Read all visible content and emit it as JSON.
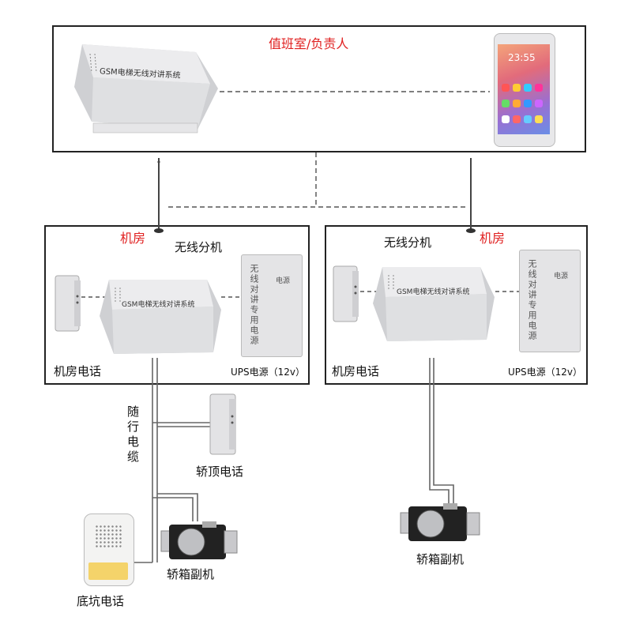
{
  "top": {
    "title": "值班室/负责人",
    "device_text": "GSM电梯无线对讲系统",
    "phone_time": "23:55"
  },
  "left_room": {
    "room_label": "机房",
    "unit_label": "无线分机",
    "device_text": "GSM电梯无线对讲系统",
    "phone_label": "机房电话",
    "ups_label": "UPS电源（12v）",
    "psu_text": "无线对讲专用电源",
    "psu_tag": "电源"
  },
  "right_room": {
    "room_label": "机房",
    "unit_label": "无线分机",
    "device_text": "GSM电梯无线对讲系统",
    "phone_label": "机房电话",
    "ups_label": "UPS电源（12v）",
    "psu_text": "无线对讲专用电源",
    "psu_tag": "电源"
  },
  "cable_label": "随行电缆",
  "car_top_phone": "轿顶电话",
  "car_sub_left": "轿箱副机",
  "car_sub_right": "轿箱副机",
  "pit_phone": "底坑电话",
  "colors": {
    "accent_red": "#e02020",
    "line": "#222222",
    "device_body": "#dedfe1"
  }
}
